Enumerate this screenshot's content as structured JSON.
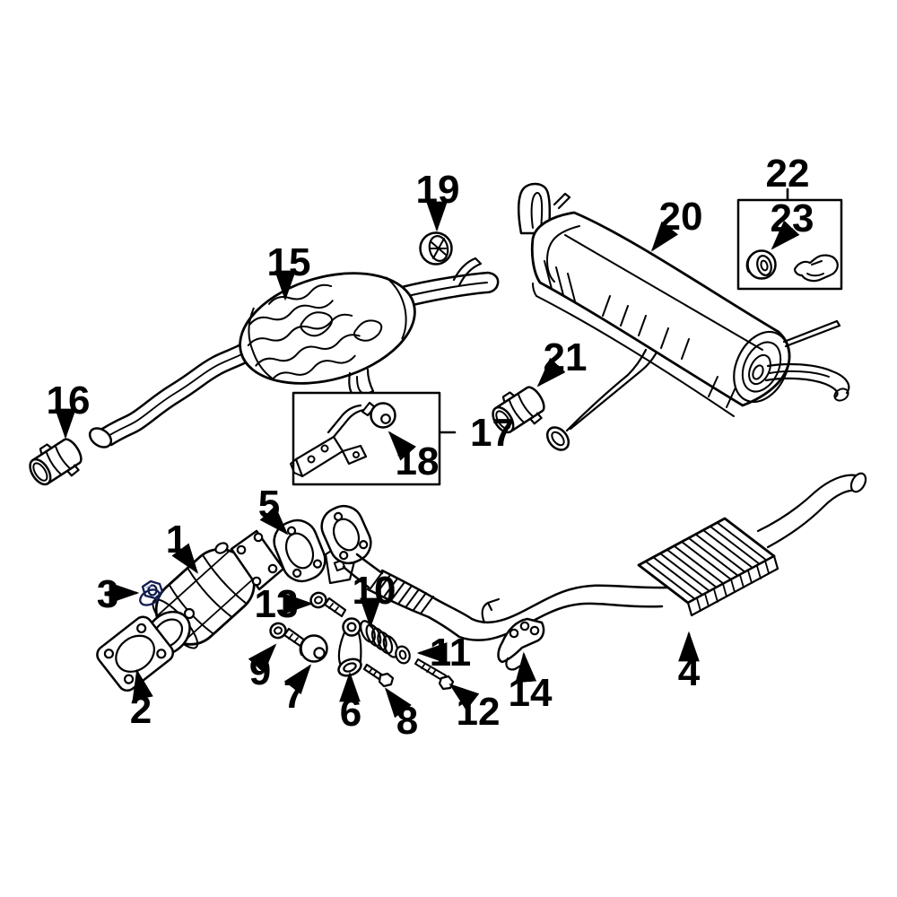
{
  "diagram": {
    "description": "Exploded parts diagram of a vehicle exhaust system with numbered callouts",
    "background_color": "#ffffff",
    "line_color": "#000000",
    "highlight_color": "#3d59a9",
    "highlight_outline_color": "#111c4e",
    "highlighted_part_number": "3",
    "part_labels": {
      "p1": "1",
      "p2": "2",
      "p3": "3",
      "p4": "4",
      "p5": "5",
      "p6": "6",
      "p7": "7",
      "p8": "8",
      "p9": "9",
      "p10": "10",
      "p11": "11",
      "p12": "12",
      "p13": "13",
      "p14": "14",
      "p15": "15",
      "p16": "16",
      "p17": "17",
      "p18": "18",
      "p19": "19",
      "p20": "20",
      "p21": "21",
      "p22": "22",
      "p23": "23"
    }
  }
}
